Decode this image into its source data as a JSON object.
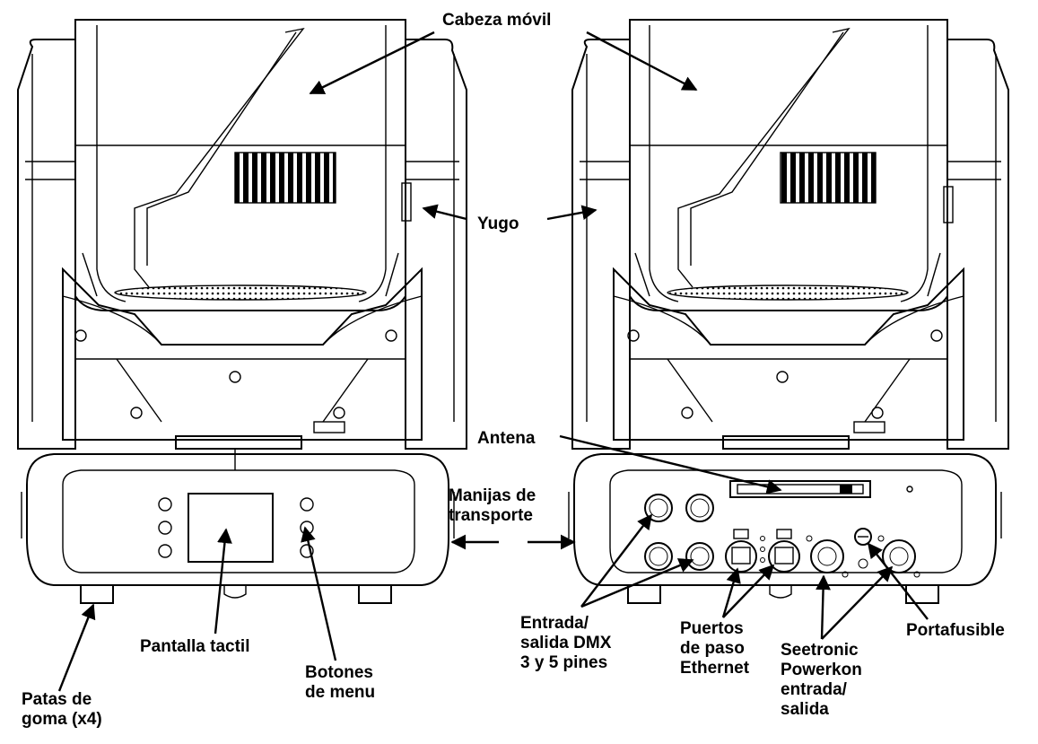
{
  "labels": {
    "moving_head": "Cabeza móvil",
    "yoke": "Yugo",
    "antenna": "Antena",
    "handles": [
      "Manijas de",
      "transporte"
    ],
    "rubber_feet": [
      "Patas de",
      "goma (x4)"
    ],
    "touch_screen": "Pantalla tactil",
    "menu_buttons": [
      "Botones",
      "de menu"
    ],
    "dmx_io": [
      "Entrada/",
      "salida DMX",
      "3 y 5 pines"
    ],
    "ethernet_ports": [
      "Puertos",
      "de paso",
      "Ethernet"
    ],
    "powerkon_io": [
      "Seetronic",
      "Powerkon",
      "entrada/",
      "salida"
    ],
    "fuse_holder": "Portafusible"
  },
  "colors": {
    "ink": "#000000",
    "paper": "#ffffff"
  }
}
